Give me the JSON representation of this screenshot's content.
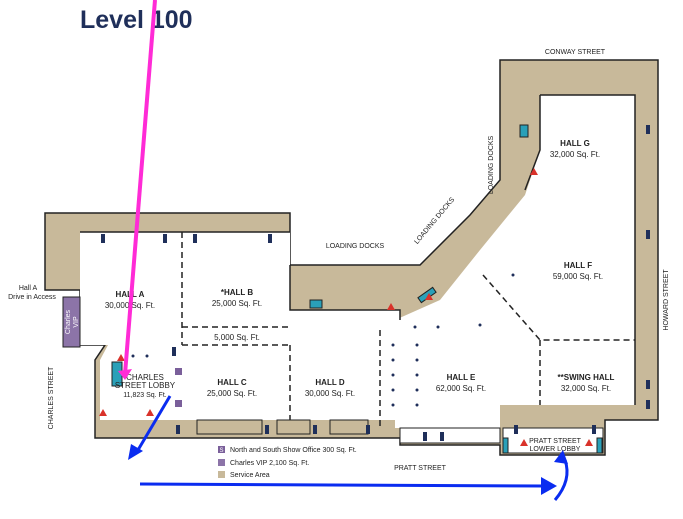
{
  "title": "Level 100",
  "streets": {
    "conway": "CONWAY STREET",
    "howard": "HOWARD STREET",
    "pratt": "PRATT STREET",
    "charles": "CHARLES STREET"
  },
  "loading_docks": [
    "LOADING DOCKS",
    "LOADING DOCKS",
    "LOADING DOCKS"
  ],
  "hall_a_access": [
    "Hall A",
    "Drive in Access"
  ],
  "charles_vip": [
    "Charles",
    "VIP"
  ],
  "halls": {
    "a": {
      "name": "HALL A",
      "area": "30,000 Sq. Ft."
    },
    "b": {
      "name": "*HALL B",
      "area": "25,000 Sq. Ft."
    },
    "b_extra": {
      "area": "5,000 Sq. Ft."
    },
    "c": {
      "name": "HALL C",
      "area": "25,000 Sq. Ft."
    },
    "d": {
      "name": "HALL D",
      "area": "30,000 Sq. Ft."
    },
    "e": {
      "name": "HALL E",
      "area": "62,000 Sq. Ft."
    },
    "f": {
      "name": "HALL F",
      "area": "59,000 Sq. Ft."
    },
    "g": {
      "name": "HALL G",
      "area": "32,000 Sq. Ft."
    },
    "swing": {
      "name": "**SWING HALL",
      "area": "32,000 Sq. Ft."
    }
  },
  "lobbies": {
    "charles": [
      "CHARLES",
      "STREET LOBBY",
      "11,823 Sq. Ft."
    ],
    "pratt": [
      "PRATT STREET",
      "LOWER LOBBY"
    ]
  },
  "legend": [
    {
      "symbol": "S",
      "label": "North and South Show Office  300 Sq. Ft.",
      "color": "#7a5f9a"
    },
    {
      "symbol": "",
      "label": "Charles VIP 2,100 Sq. Ft.",
      "color": "#8c74a8"
    },
    {
      "symbol": "",
      "label": "Service Area",
      "color": "#c8b99a"
    }
  ],
  "colors": {
    "service": "#c8b99a",
    "vip": "#8c74a8",
    "route": "#0a2cf0",
    "pointer": "#ff2bd6",
    "title": "#1f2f5a",
    "escalator": "#2aa0b8"
  }
}
